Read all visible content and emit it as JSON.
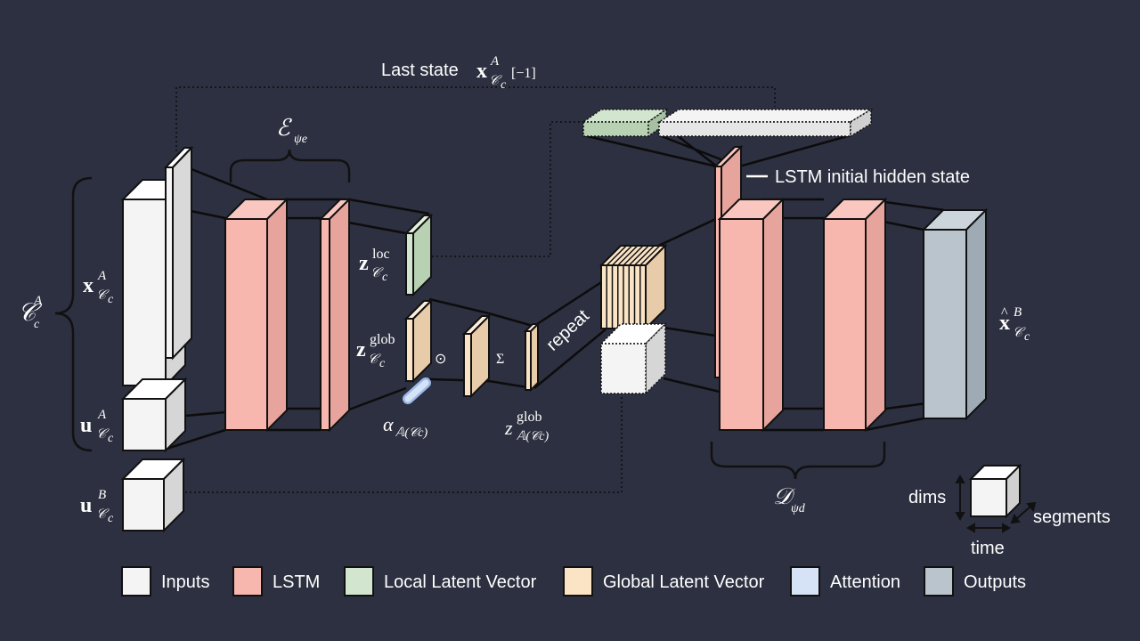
{
  "labels": {
    "last_state": "Last state",
    "lstm_initial": "LSTM initial hidden state",
    "repeat": "repeat",
    "dims": "dims",
    "segments": "segments",
    "time": "time"
  },
  "math": {
    "calC": "𝒞",
    "calE": "ℰ",
    "calD": "𝒟",
    "x": "x",
    "u": "u",
    "z": "z",
    "A": "A",
    "B": "B",
    "c": "c",
    "loc": "loc",
    "glob": "glob",
    "psi_e": "ψe",
    "psi_d": "ψd",
    "alpha": "α",
    "odot": "⊙",
    "sum": "Σ",
    "minus_one": "[−1]",
    "bbA": "𝔸(𝒞c)",
    "hat": "^"
  },
  "legend": [
    {
      "label": "Inputs",
      "color": "#f4f4f4"
    },
    {
      "label": "LSTM",
      "color": "#f7b6ae"
    },
    {
      "label": "Local Latent Vector",
      "color": "#d2e6cf"
    },
    {
      "label": "Global Latent Vector",
      "color": "#fbe3c6"
    },
    {
      "label": "Attention",
      "color": "#d6e3f6"
    },
    {
      "label": "Outputs",
      "color": "#b9c4cc"
    }
  ],
  "colors": {
    "background": "#2d3040",
    "inputs": "#f4f4f4",
    "lstm": "#f7b6ae",
    "local": "#d2e6cf",
    "global": "#fbe3c6",
    "attention": "#d6e3f6",
    "outputs": "#b9c4cc"
  }
}
